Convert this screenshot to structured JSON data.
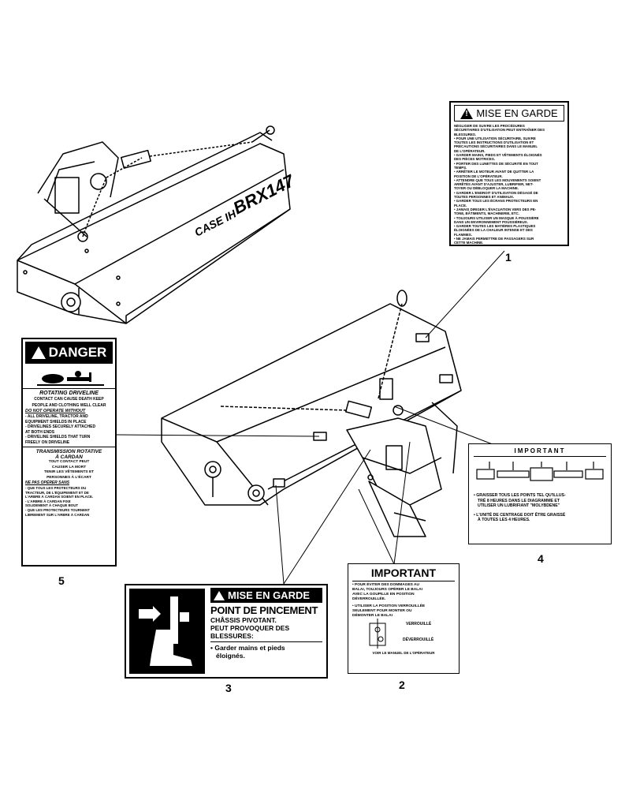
{
  "machine": {
    "brand": "CASE IH",
    "model": "BRX147"
  },
  "decal1": {
    "number": "1",
    "heading": "MISE EN GARDE",
    "lines": [
      "NÉGLIGER DE SUIVRE LES PROCÉDURES",
      "SÉCURITAIRES D'UTILISATION PEUT ENTRAÎNER DES",
      "BLESSURES.",
      "• POUR UNE UTILISATION SÉCURITAIRE, SUIVRE",
      "TOUTES LES INSTRUCTIONS D'UTILISATION ET",
      "PRÉCAUTIONS SÉCURITAIRES DANS LE MANUEL",
      "DE L'OPÉRATEUR.",
      "• GARDER MAINS, PIEDS ET VÊTEMENTS ÉLOIGNÉS",
      "DES PIÈCES MOTRICES.",
      "• PORTER DES LUNETTES DE SÉCURITÉ EN TOUT",
      "TEMPS.",
      "• ARRÊTER LE MOTEUR AVANT DE QUITTER LA",
      "POSITION DE L'OPÉRATEUR.",
      "• ATTENDRE QUE TOUS LES MOUVEMENTS SOIENT",
      "ARRÊTÉS AVANT D'AJUSTER, LUBRIFIER, NET-",
      "TOYER OU DÉBLOQUER LA MACHINE.",
      "• GARDER L'ENDROIT D'UTILISATION DÉGAGÉ DE",
      "TOUTES PERSONNES ET ANIMAUX.",
      "• GARDER TOUS LES ÉCRANS PROTECTEURS EN",
      "PLACE.",
      "• JAMAIS DIRIGER L'ÉVACUATION VERS DES PE-",
      "TONE, BÂTIMENTS, MACHINERIE, ETC.",
      "• TOUJOURS UTILISER UN MASQUE À POUSSIÈRE",
      "DANS UN ENVIRONNEMENT POUSSIÉREUX.",
      "• GARDER TOUTES LES MATIÈRES PLASTIQUES",
      "ÉLOIGNÉES DE LA CHALEUR INTENSE ET DES",
      "FLAMMES.",
      "• NE JAMAIS PERMETTRE DE PASSAGERS SUR",
      "CETTE MACHINE."
    ]
  },
  "decal5": {
    "number": "5",
    "heading": "DANGER",
    "en_title": "ROTATING DRIVELINE",
    "en_lines": [
      "CONTACT CAN CAUSE DEATH KEEP",
      "PEOPLE AND CLOTHING WELL CLEAR"
    ],
    "en_subtitle": "DO NOT OPERATE WITHOUT",
    "en_items": [
      "- ALL DRIVELINE, TRACTOR AND",
      "EQUIPMENT SHIELDS IN PLACE",
      "- DRIVELINES SECURELY ATTACHED",
      "AT BOTH ENDS",
      "- DRIVELINE SHIELDS THAT TURN",
      "FREELY ON DRIVELINE"
    ],
    "fr_title1": "TRANSMISSION ROTATIVE",
    "fr_title2": "À CARDAN",
    "fr_lines": [
      "TOUT CONTACT PEUT",
      "CAUSER LA MORT",
      "TENIR LES VÊTEMENTS ET",
      "PERSONNES À L'ÉCART"
    ],
    "fr_subtitle": "NE PAS OPÉRER SANS",
    "fr_items": [
      "- QUE TOUS LES PROTECTEURS DU",
      "TRACTEUR, DE L'ÉQUIPEMENT ET DE",
      "L'ARBRE À CARDAN SOIENT EN PLACE.",
      "- L'ARBRE À CARDAN FIXE",
      "SOLIDEMENT À CHAQUE BOUT",
      "- QUE LES PROTECTEURS TOURNENT",
      "LIBREMENT SUR L'ARBRE À CARDAN"
    ]
  },
  "decal4": {
    "number": "4",
    "heading": "IMPORTANT",
    "item1": "• GRAISSER TOUS LES POINTS TEL QU'ILLUS-",
    "item1b": "TRÉ 8 HEURES DANS LE DIAGRAMME ET",
    "item1c": "UTILISER UN LUBRIFIANT \"MOLYBDENE\"",
    "item2": "• L'UNITÉ DE CENTRAGE DOIT ÊTRE GRAISSÉ",
    "item2b": "À TOUTES LES 4 HEURES."
  },
  "decal3": {
    "number": "3",
    "heading": "MISE EN GARDE",
    "title": "POINT DE PINCEMENT",
    "lines": [
      "CHÂSSIS PIVOTANT.",
      "PEUT PROVOQUER DES",
      "BLESSURES:"
    ],
    "bullet1": "• Garder mains et pieds",
    "bullet2": "éloignés."
  },
  "decal2": {
    "number": "2",
    "heading": "IMPORTANT",
    "lines1": [
      "• POUR ÉVITER DES DOMMAGES AU",
      "BALAI, TOUJOURS OPÉRER LE BALAI",
      "AVEC LA GOUPILLE EN POSITION",
      "DÉVERROUILLÉE."
    ],
    "lines2": [
      "• UTILISER LA POSITION VERROUILLÉE",
      "SEULEMENT POUR MONTER OU",
      "DÉMONTER LE BALAI"
    ],
    "label_locked": "VERROUILLÉ",
    "label_unlocked": "DÉVERROUILLÉ",
    "footer": "VOIR LE MANUEL DE L'OPÉRATEUR"
  }
}
